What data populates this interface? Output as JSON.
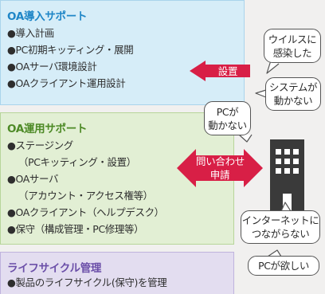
{
  "introduction": {
    "title": "OA導入サポート",
    "items": [
      "●導入計画",
      "●PC初期キッティング・展開",
      "●OAサーバ環境設計",
      "●OAクライアント運用設計"
    ]
  },
  "operation": {
    "title": "OA運用サポート",
    "items": [
      "●ステージング",
      "（PCキッティング・設置）",
      "●OAサーバ",
      "（アカウント・アクセス権等）",
      "●OAクライアント（ヘルプデスク）",
      "●保守（構成管理・PC修理等）"
    ]
  },
  "lifecycle": {
    "title": "ライフサイクル管理",
    "items": [
      "●製品のライフサイクル(保守)を管理"
    ]
  },
  "arrows": {
    "install": "設置",
    "inquiry": [
      "問い合わせ",
      "申請"
    ]
  },
  "bubbles": {
    "virus": [
      "ウイルスに",
      "感染した"
    ],
    "system": [
      "システムが",
      "動かない"
    ],
    "pc_not_working": [
      "PCが",
      "動かない"
    ],
    "internet": [
      "インターネットに",
      "つながらない"
    ],
    "want_pc": [
      "PCが欲しい"
    ]
  },
  "colors": {
    "arrow_red": "#d81f46",
    "building": "#3a3a3a"
  }
}
